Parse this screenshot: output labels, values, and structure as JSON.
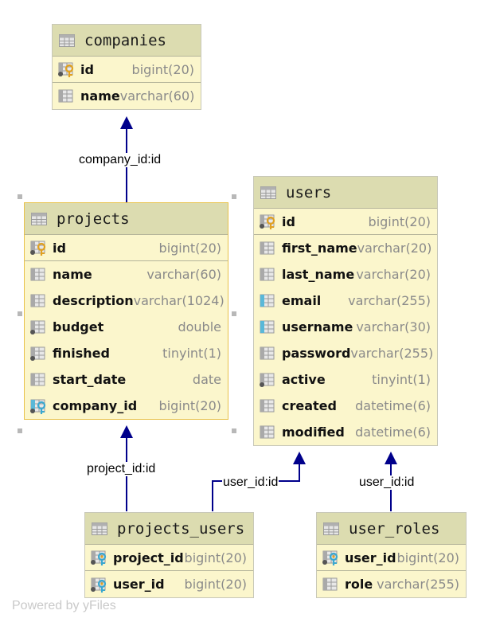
{
  "tables": {
    "companies": {
      "name": "companies",
      "columns": [
        {
          "name": "id",
          "type": "bigint(20)",
          "icon": "primary-key-icon"
        },
        {
          "name": "name",
          "type": "varchar(60)",
          "icon": "column-icon"
        }
      ]
    },
    "projects": {
      "name": "projects",
      "columns": [
        {
          "name": "id",
          "type": "bigint(20)",
          "icon": "primary-key-icon"
        },
        {
          "name": "name",
          "type": "varchar(60)",
          "icon": "column-icon"
        },
        {
          "name": "description",
          "type": "varchar(1024)",
          "icon": "column-icon"
        },
        {
          "name": "budget",
          "type": "double",
          "icon": "nullable-column-icon"
        },
        {
          "name": "finished",
          "type": "tinyint(1)",
          "icon": "nullable-column-icon"
        },
        {
          "name": "start_date",
          "type": "date",
          "icon": "column-icon"
        },
        {
          "name": "company_id",
          "type": "bigint(20)",
          "icon": "foreign-key-icon"
        }
      ]
    },
    "users": {
      "name": "users",
      "columns": [
        {
          "name": "id",
          "type": "bigint(20)",
          "icon": "primary-key-icon"
        },
        {
          "name": "first_name",
          "type": "varchar(20)",
          "icon": "column-icon"
        },
        {
          "name": "last_name",
          "type": "varchar(20)",
          "icon": "column-icon"
        },
        {
          "name": "email",
          "type": "varchar(255)",
          "icon": "unique-column-icon"
        },
        {
          "name": "username",
          "type": "varchar(30)",
          "icon": "unique-column-icon"
        },
        {
          "name": "password",
          "type": "varchar(255)",
          "icon": "column-icon"
        },
        {
          "name": "active",
          "type": "tinyint(1)",
          "icon": "nullable-column-icon"
        },
        {
          "name": "created",
          "type": "datetime(6)",
          "icon": "column-icon"
        },
        {
          "name": "modified",
          "type": "datetime(6)",
          "icon": "column-icon"
        }
      ]
    },
    "projects_users": {
      "name": "projects_users",
      "columns": [
        {
          "name": "project_id",
          "type": "bigint(20)",
          "icon": "primary-foreign-key-icon"
        },
        {
          "name": "user_id",
          "type": "bigint(20)",
          "icon": "primary-foreign-key-icon"
        }
      ]
    },
    "user_roles": {
      "name": "user_roles",
      "columns": [
        {
          "name": "user_id",
          "type": "bigint(20)",
          "icon": "primary-foreign-key-icon"
        },
        {
          "name": "role",
          "type": "varchar(255)",
          "icon": "column-icon"
        }
      ]
    }
  },
  "edges": {
    "projects_companies": "company_id:id",
    "projects_users_projects": "project_id:id",
    "projects_users_users": "user_id:id",
    "user_roles_users": "user_id:id"
  },
  "footer": "Powered by yFiles",
  "colors": {
    "edge": "#00008b",
    "table_fill": "#fbf6cc",
    "header_fill": "#dcdcb0",
    "selected_border": "#e8c24a",
    "key_gold": "#e0a020",
    "fk_blue": "#3aa8cf"
  }
}
